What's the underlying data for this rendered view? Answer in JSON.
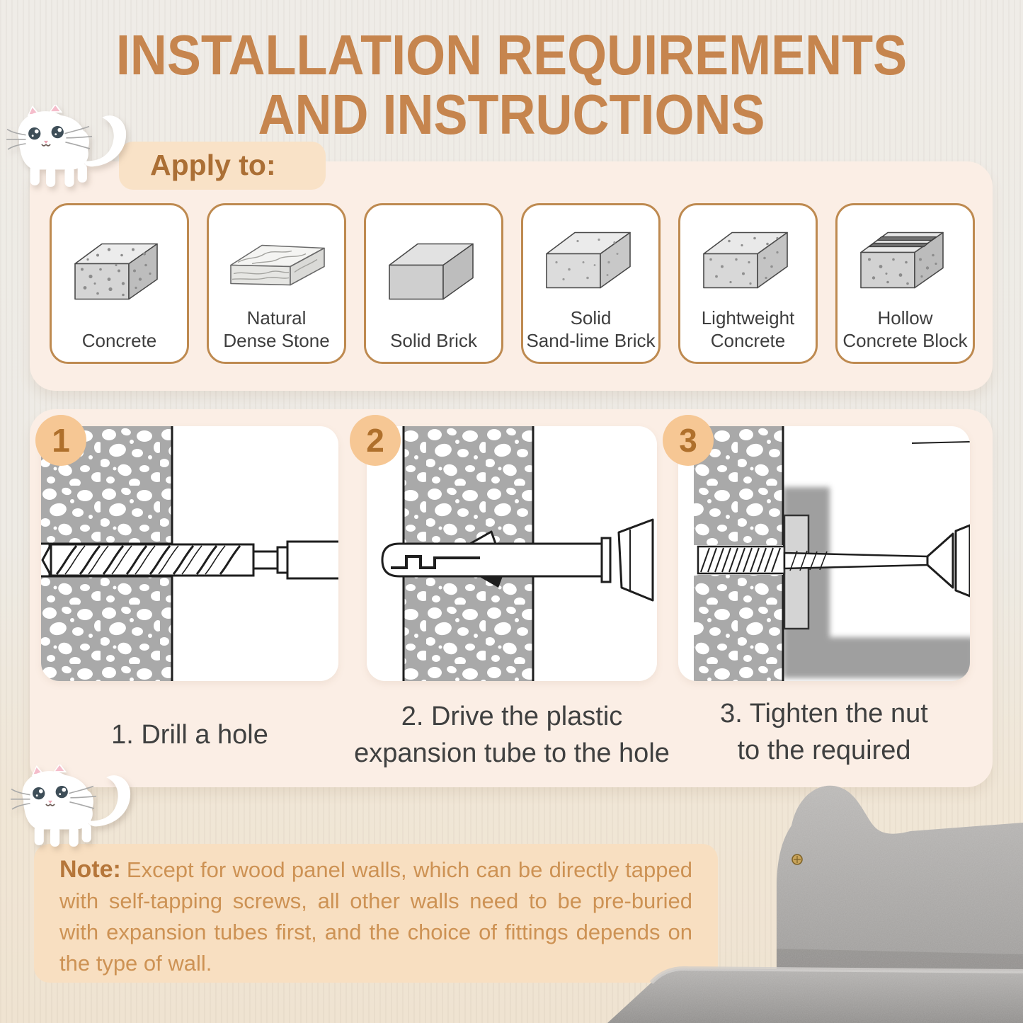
{
  "title": {
    "line1": "INSTALLATION REQUIREMENTS",
    "line2": "AND INSTRUCTIONS"
  },
  "apply_section": {
    "label": "Apply to:",
    "materials": [
      {
        "label_lines": [
          "Concrete"
        ],
        "icon": "concrete-block-icon"
      },
      {
        "label_lines": [
          "Natural",
          "Dense Stone"
        ],
        "icon": "natural-dense-stone-icon"
      },
      {
        "label_lines": [
          "Solid Brick"
        ],
        "icon": "solid-brick-icon"
      },
      {
        "label_lines": [
          "Solid",
          "Sand-lime Brick"
        ],
        "icon": "sand-lime-brick-icon"
      },
      {
        "label_lines": [
          "Lightweight",
          "Concrete"
        ],
        "icon": "lightweight-concrete-icon"
      },
      {
        "label_lines": [
          "Hollow",
          "Concrete Block"
        ],
        "icon": "hollow-concrete-block-icon"
      }
    ]
  },
  "steps": [
    {
      "number": "1",
      "caption_lines": [
        "1. Drill a hole"
      ],
      "icon": "drill-bit-icon"
    },
    {
      "number": "2",
      "caption_lines": [
        "2. Drive the plastic",
        "expansion tube to the hole"
      ],
      "icon": "expansion-tube-icon"
    },
    {
      "number": "3",
      "caption_lines": [
        "3. Tighten the nut",
        "to the required"
      ],
      "icon": "tighten-nut-icon"
    }
  ],
  "note": {
    "label": "Note:",
    "text": "Except for wood panel walls, which can be directly tapped with self-tapping screws, all other walls need to be pre-buried with expansion tubes first, and the choice of fittings depends on the type of wall."
  },
  "decor": {
    "cat_icon": "white-cat-illustration",
    "photo": "plush-cat-shelf-photo"
  },
  "colors": {
    "accent_brown": "#C6854E",
    "panel_bg": "#FBEEE5",
    "pill_bg": "#F9E2C7",
    "note_bg": "#F8DFC1",
    "card_border": "#BE8A50",
    "badge_bg": "#F6C794",
    "badge_text": "#AF702C",
    "caption_text": "#3F4040",
    "wall_gray": "#A9A9A9",
    "plush_gray": "#A8A6A4"
  }
}
